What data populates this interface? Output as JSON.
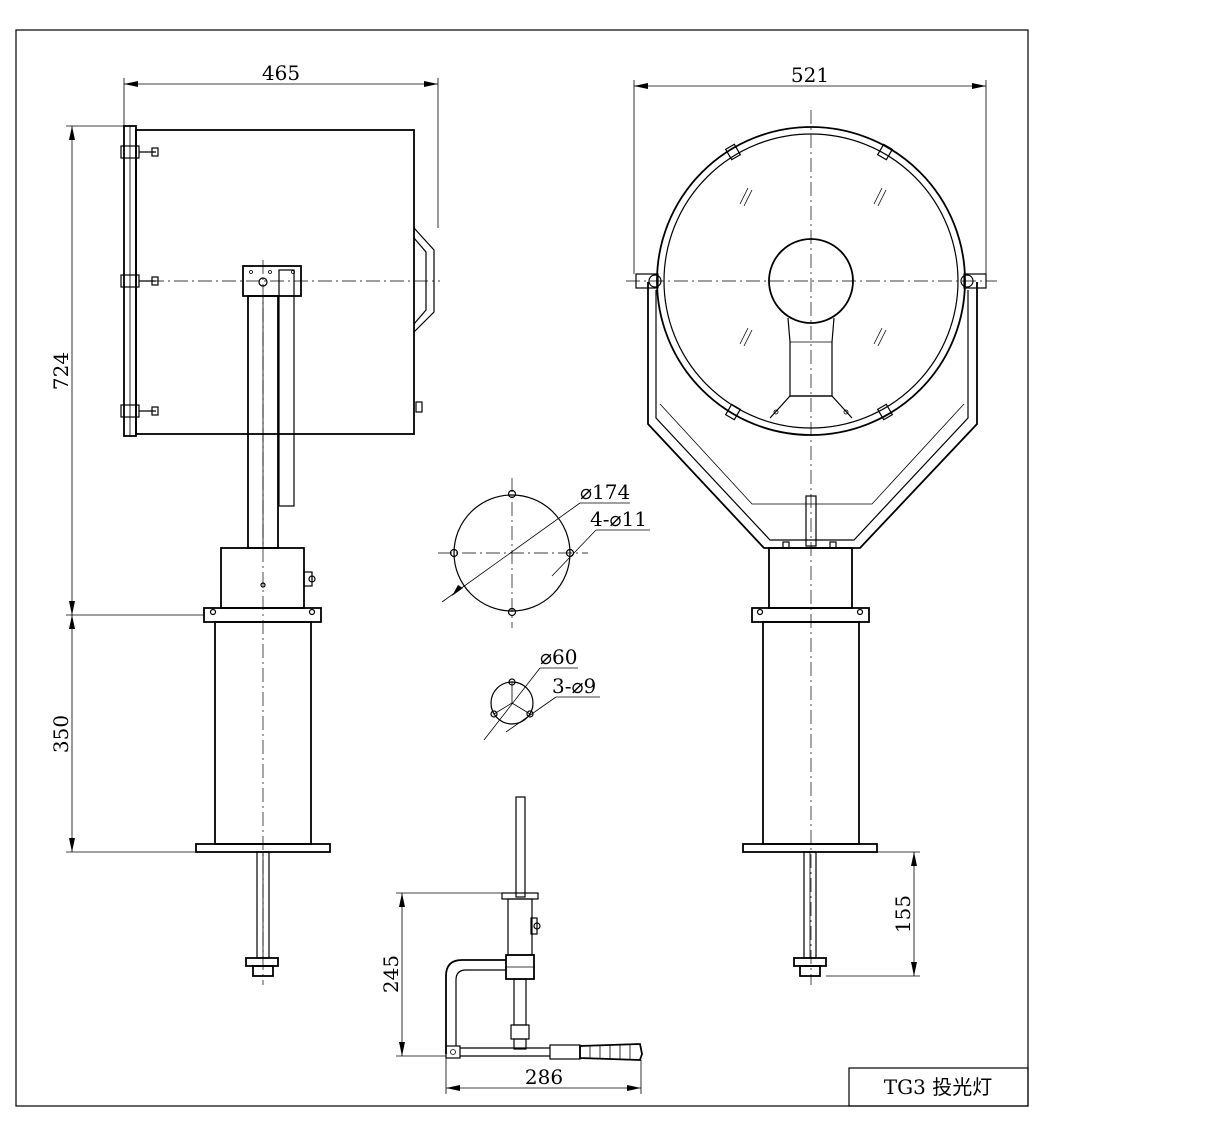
{
  "dimensions": {
    "side_width": "465",
    "front_width": "521",
    "total_height": "724",
    "base_height": "350",
    "shaft_length": "155",
    "bracket_height": "245",
    "bracket_width": "286"
  },
  "hole_patterns": {
    "large": {
      "diameter": "⌀174",
      "holes": "4-⌀11"
    },
    "small": {
      "diameter": "⌀60",
      "holes": "3-⌀9"
    }
  },
  "title_block": {
    "label": "TG3  投光灯"
  }
}
